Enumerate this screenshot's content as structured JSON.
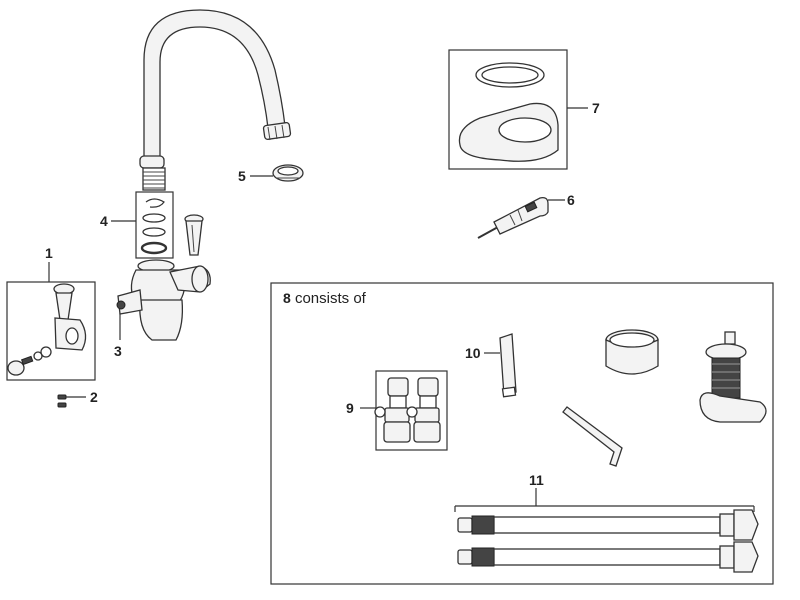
{
  "callouts": {
    "c1": "1",
    "c2": "2",
    "c3": "3",
    "c4": "4",
    "c5": "5",
    "c6": "6",
    "c7": "7",
    "c8_number": "8",
    "c8_text": " consists of",
    "c9": "9",
    "c10": "10",
    "c11": "11"
  },
  "icons": {
    "tap": "swan-neck-mixer-tap-icon",
    "hose": "flexible-hose-icon",
    "valve": "isolation-valve-icon",
    "key": "allen-key-icon"
  }
}
